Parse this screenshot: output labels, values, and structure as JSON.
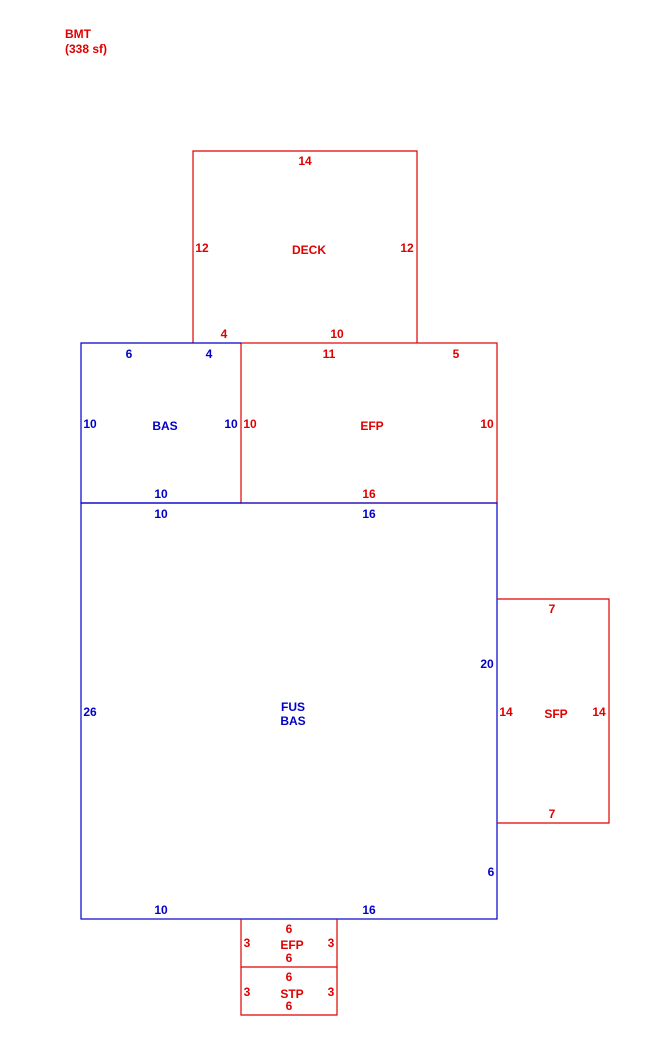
{
  "colors": {
    "red": "#e00000",
    "blue": "#0000c8"
  },
  "header": {
    "line1": "BMT",
    "line2": "(338 sf)"
  },
  "deck": {
    "label": "DECK",
    "top": "14",
    "left": "12",
    "right": "12",
    "bottom_left": "4",
    "bottom_right": "10"
  },
  "bas_top": {
    "label": "BAS",
    "top_left": "6",
    "top_right": "4",
    "left": "10",
    "right": "10",
    "bottom": "10"
  },
  "efp_top": {
    "label": "EFP",
    "top_left": "11",
    "top_right": "5",
    "left": "10",
    "right": "10",
    "bottom": "16"
  },
  "fus_bas": {
    "label1": "FUS",
    "label2": "BAS",
    "top_left": "10",
    "top_right": "16",
    "left": "26",
    "right_upper": "20",
    "right_lower": "6",
    "bottom_left": "10",
    "bottom_right": "16"
  },
  "sfp": {
    "label": "SFP",
    "top": "7",
    "left": "14",
    "right": "14",
    "bottom": "7"
  },
  "efp_small": {
    "label": "EFP",
    "top": "6",
    "left": "3",
    "right": "3",
    "bottom": "6"
  },
  "stp": {
    "label": "STP",
    "top": "6",
    "left": "3",
    "right": "3",
    "bottom": "6"
  }
}
